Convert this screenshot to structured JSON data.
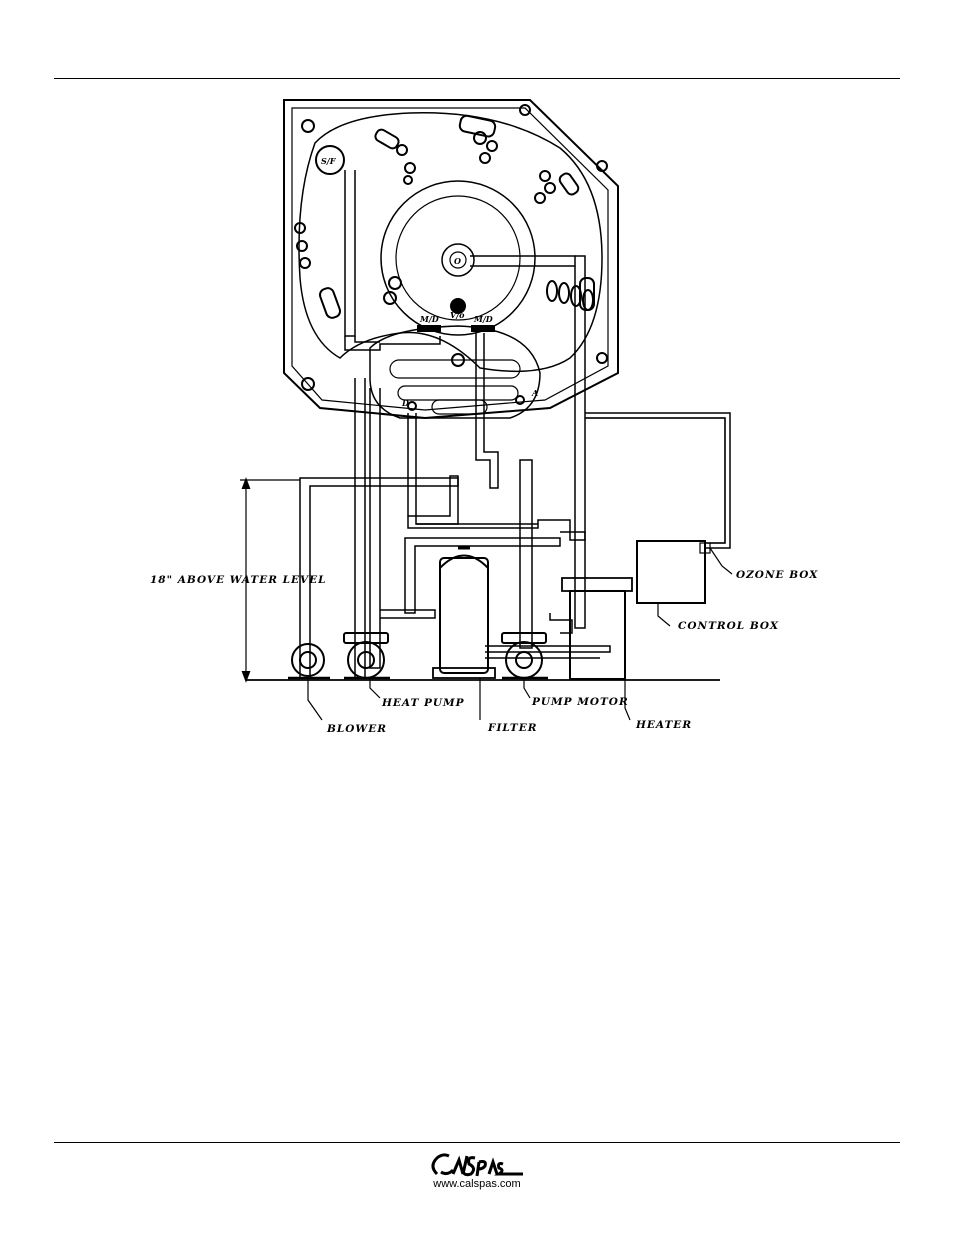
{
  "diagram": {
    "labels": {
      "water_level": "18\" ABOVE WATER LEVEL",
      "ozone_box": "OZONE BOX",
      "control_box": "CONTROL BOX",
      "blower": "BLOWER",
      "heat_pump": "HEAT PUMP",
      "filter": "FILTER",
      "pump_motor": "PUMP MOTOR",
      "heater": "HEATER"
    },
    "fitting_marks": {
      "sf": "S/F",
      "md_left": "M/D",
      "md_right": "M/D",
      "center": "O",
      "vo": "V/o",
      "d": "D",
      "a": "A"
    }
  },
  "footer": {
    "url": "www.calspas.com"
  }
}
